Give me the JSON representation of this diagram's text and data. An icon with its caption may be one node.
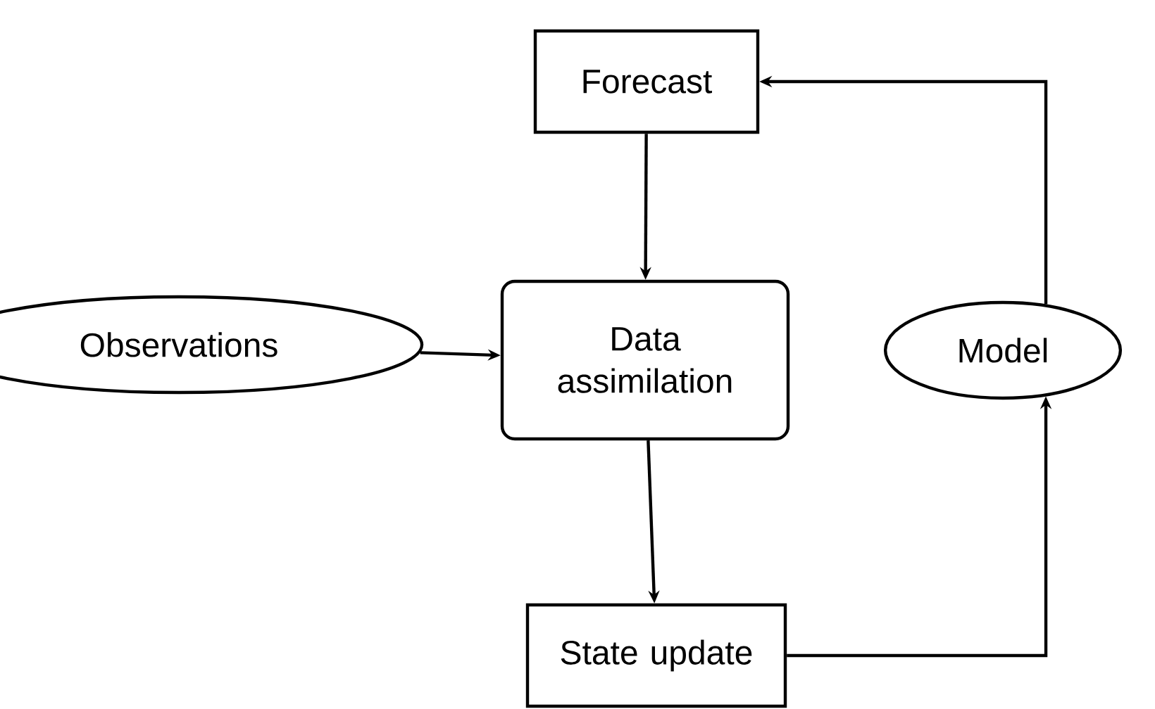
{
  "diagram": {
    "nodes": [
      {
        "text": [
          "Forecast"
        ]
      },
      {
        "text": [
          "Observations"
        ]
      },
      {
        "text": [
          "Data assimilation"
        ]
      },
      {
        "text": [
          "Model"
        ]
      },
      {
        "text": [
          "State update"
        ]
      }
    ],
    "edges": [
      {
        "from": 0,
        "to": 2,
        "arrow": "to"
      },
      {
        "from": 1,
        "to": 2,
        "arrow": "to"
      },
      {
        "from": 2,
        "to": 4,
        "arrow": "to"
      },
      {
        "from": 4,
        "to": 3,
        "arrow": "to"
      },
      {
        "from": 3,
        "to": 0,
        "arrow": "to"
      }
    ]
  }
}
